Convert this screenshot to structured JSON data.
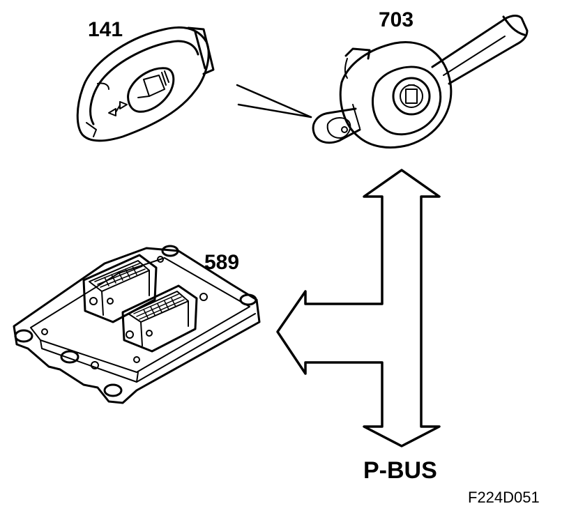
{
  "components": {
    "window_switch": {
      "number": "141",
      "icon": "window-lift-switch-icon"
    },
    "steering_switch": {
      "number": "703",
      "icon": "steering-column-stalk-icon"
    },
    "control_module": {
      "number": "589",
      "icon": "electronic-control-module-icon"
    }
  },
  "bus": {
    "label": "P-BUS"
  },
  "figure_code": "F224D051",
  "colors": {
    "ink": "#000000",
    "paper": "#ffffff"
  }
}
